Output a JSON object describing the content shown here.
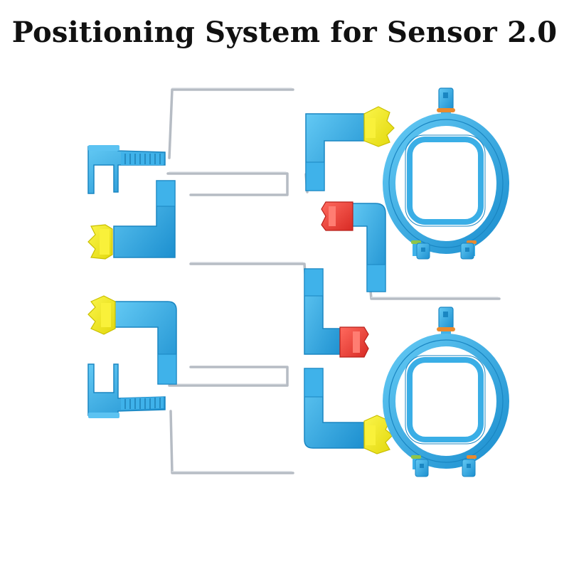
{
  "title": "Positioning System for Sensor 2.0",
  "colors": {
    "blue": "#2aa8e6",
    "blue_dark": "#1a86c2",
    "blue_light": "#5cc3f2",
    "yellow": "#f4ec1e",
    "red": "#ee3b35",
    "wire": "#b6bcc4",
    "wire_dark": "#8d949c",
    "oring": "#e98a2e",
    "green_ring": "#8fc54a"
  },
  "product": {
    "components": [
      "bite-block-clip",
      "bite-block-yellow",
      "bite-block-red",
      "indicator-arm",
      "aiming-ring"
    ]
  }
}
